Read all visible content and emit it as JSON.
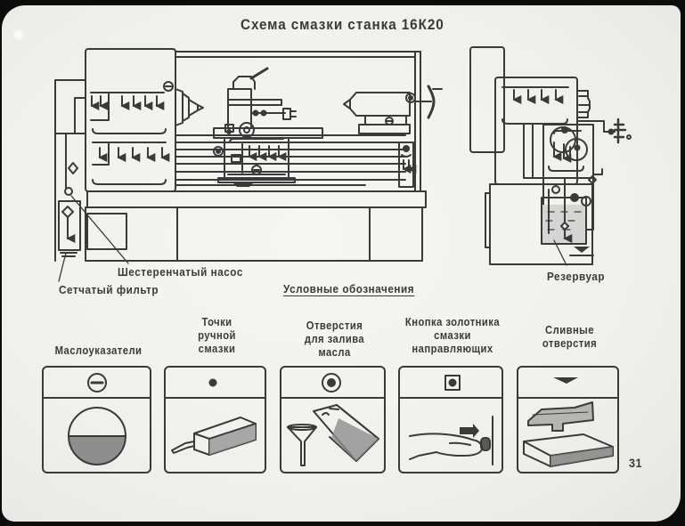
{
  "title": "Схема смазки станка 16К20",
  "callouts": {
    "gear_pump": "Шестеренчатый насос",
    "mesh_filter": "Сетчатый фильтр",
    "reservoir": "Резервуар"
  },
  "legend": {
    "title": "Условные обозначения",
    "items": [
      {
        "lines": [
          "Маслоуказатели"
        ],
        "symbol": "circle-minus-icon",
        "illustration": "oil-level-gauge"
      },
      {
        "lines": [
          "Точки",
          "ручной",
          "смазки"
        ],
        "symbol": "dot-icon",
        "illustration": "oil-can"
      },
      {
        "lines": [
          "Отверстия",
          "для залива",
          "масла"
        ],
        "symbol": "ringed-dot-icon",
        "illustration": "funnel-and-housing"
      },
      {
        "lines": [
          "Кнопка золотника",
          "смазки",
          "направляющих"
        ],
        "symbol": "square-dot-icon",
        "illustration": "finger-pressing-button"
      },
      {
        "lines": [
          "Сливные",
          "отверстия"
        ],
        "symbol": "down-triangle-icon",
        "illustration": "drain-tray"
      }
    ]
  },
  "page_number": "31",
  "colors": {
    "ink": "#3a3a3a",
    "paper": "#f2f2ee",
    "fill_gray": "#8e8e8e",
    "frame": "#0c0c0c"
  }
}
